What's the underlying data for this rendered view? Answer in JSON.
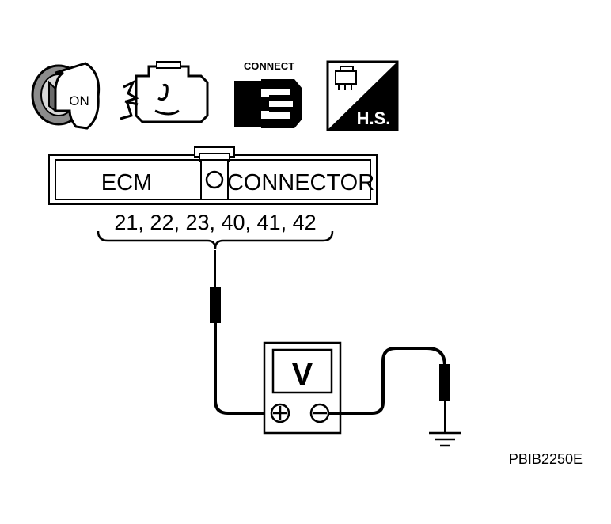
{
  "icons": {
    "ignition": {
      "label": "ON",
      "icon": "ignition-key-on-icon"
    },
    "engine": {
      "icon": "engine-stopped-icon"
    },
    "connect": {
      "label": "CONNECT",
      "icon": "connector-connected-icon"
    },
    "harness": {
      "label": "H.S.",
      "icon": "harness-side-icon"
    }
  },
  "connector": {
    "left_label": "ECM",
    "right_label": "CONNECTOR",
    "terminals": "21, 22, 23, 40, 41, 42"
  },
  "meter": {
    "display": "V",
    "plus_icon": "plus-terminal-icon",
    "minus_icon": "minus-terminal-icon"
  },
  "ground_icon": "ground-icon",
  "figure_code": "PBIB2250E"
}
